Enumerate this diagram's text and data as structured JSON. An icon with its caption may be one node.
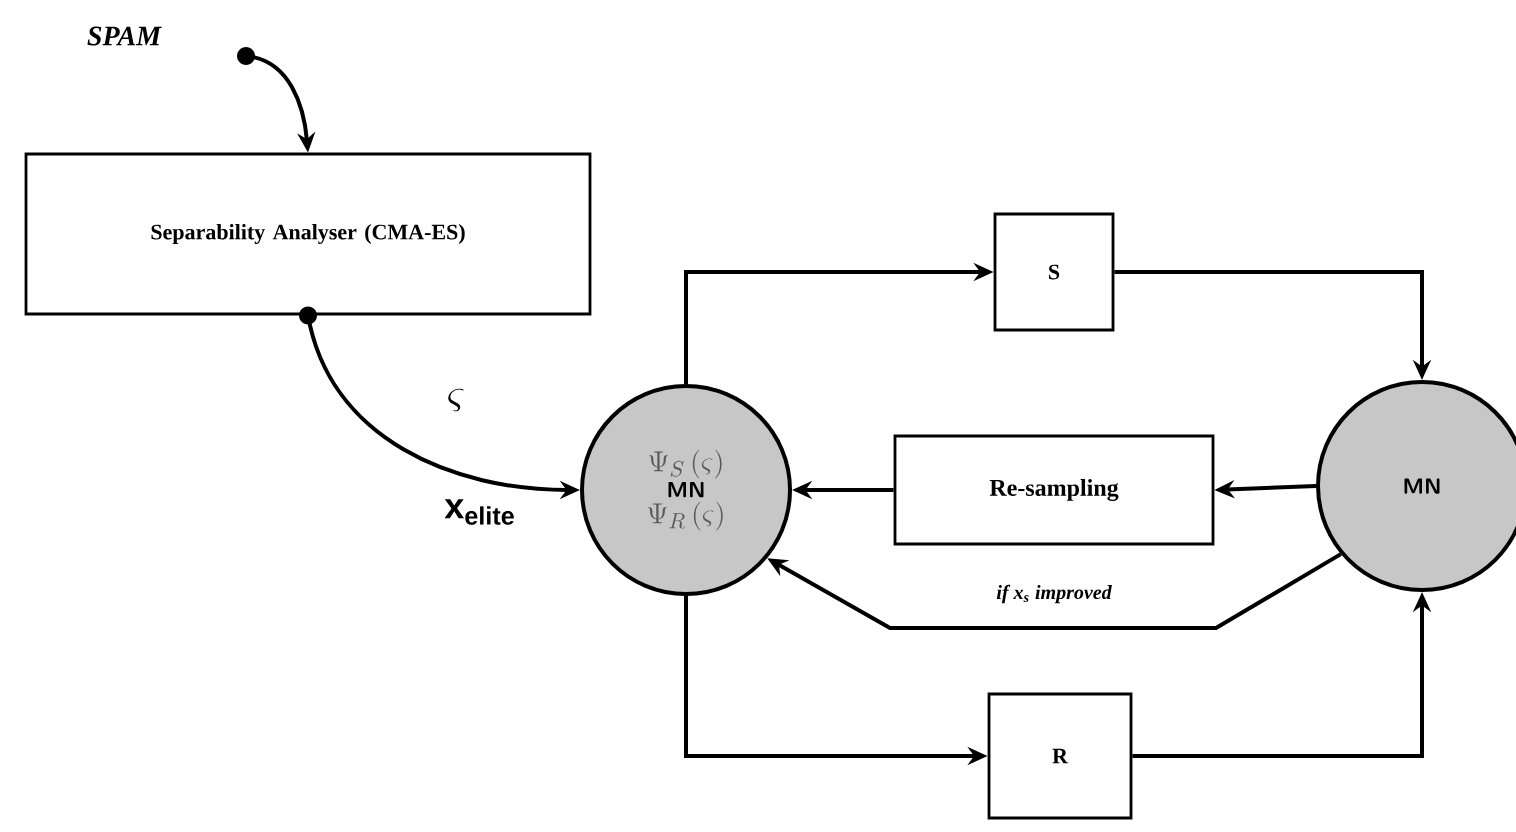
{
  "diagram": {
    "nodes": [
      {
        "text": [
          "Separability Analyser (CMA-ES)"
        ]
      },
      {
        "text": [
          "\\Psi_{S}\\left(\\varsigma\\right)",
          "MN",
          "\\Psi_{R}\\left(\\varsigma\\right)"
        ]
      },
      {
        "text": [
          "S"
        ]
      },
      {
        "text": [
          "Re-sampling"
        ]
      },
      {
        "text": [
          "MN"
        ]
      },
      {
        "text": [
          "R"
        ]
      }
    ],
    "edges": [
      {
        "from": null,
        "to": 0,
        "arrow": "to"
      },
      {
        "from": 0,
        "to": 1,
        "arrow": "to"
      },
      {
        "from": 1,
        "to": 2,
        "arrow": "to"
      },
      {
        "from": 2,
        "to": 4,
        "arrow": "to"
      },
      {
        "from": 4,
        "to": 3,
        "arrow": "to"
      },
      {
        "from": 3,
        "to": 1,
        "arrow": "to"
      },
      {
        "from": 4,
        "to": 1,
        "arrow": "to",
        "label": "if x$_{s}$ improved"
      },
      {
        "from": 1,
        "to": 5,
        "arrow": "to"
      },
      {
        "from": 5,
        "to": 4,
        "arrow": "to"
      }
    ],
    "labels": [
      "SPAM",
      "\\varsigma",
      "\\mathbf{x}_{\\mathbf{elite}}"
    ]
  }
}
